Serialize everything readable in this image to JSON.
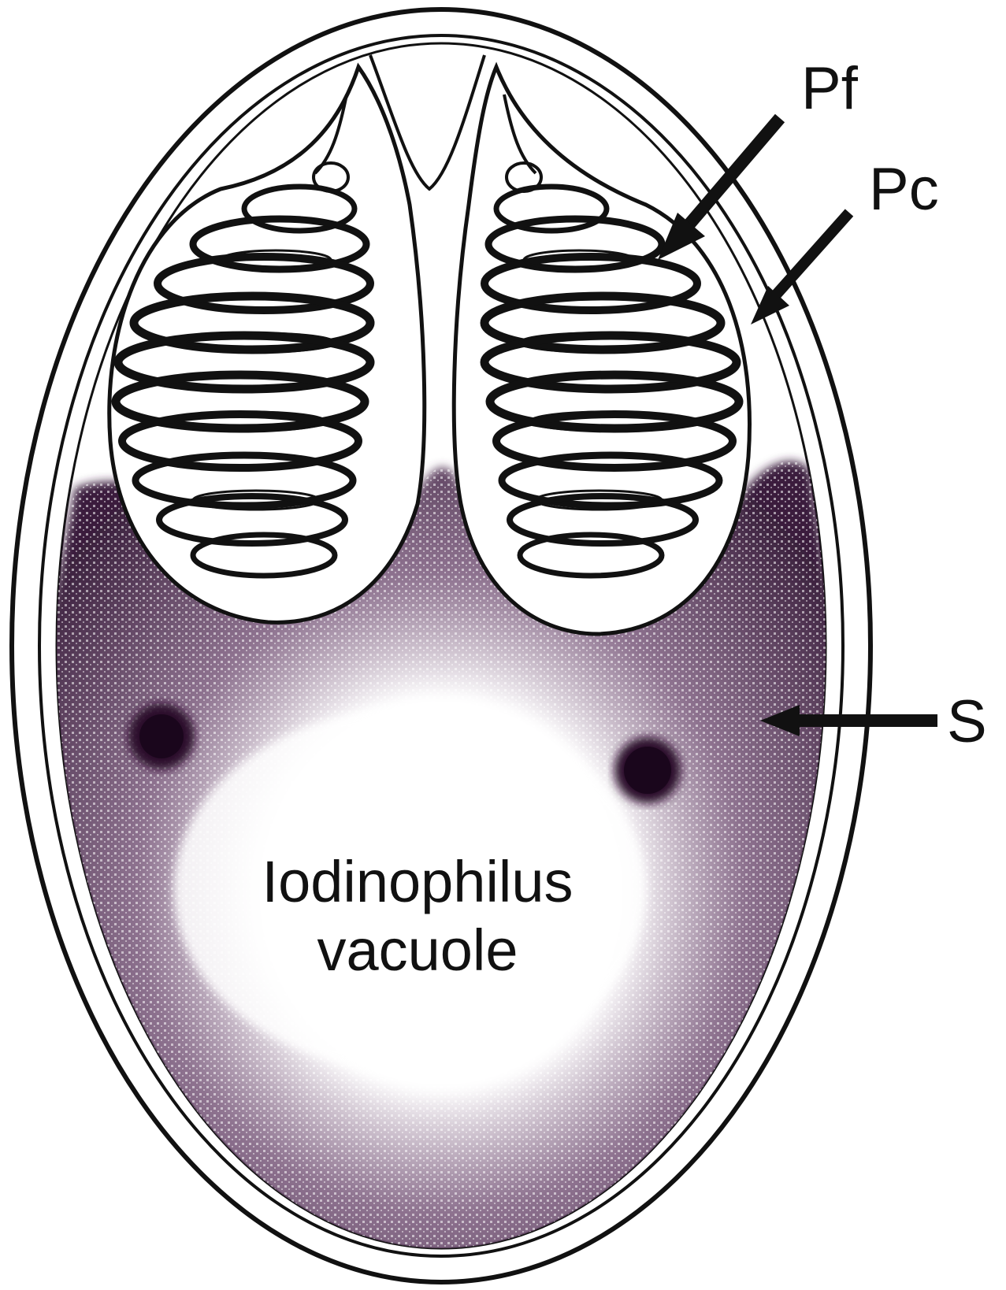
{
  "labels": {
    "pf": "Pf",
    "pc": "Pc",
    "s": "S",
    "vacuole_line1": "Iodinophilus",
    "vacuole_line2": "vacuole"
  },
  "colors": {
    "ink": "#111111",
    "stipple": "#3a1f3c",
    "background": "#ffffff"
  }
}
